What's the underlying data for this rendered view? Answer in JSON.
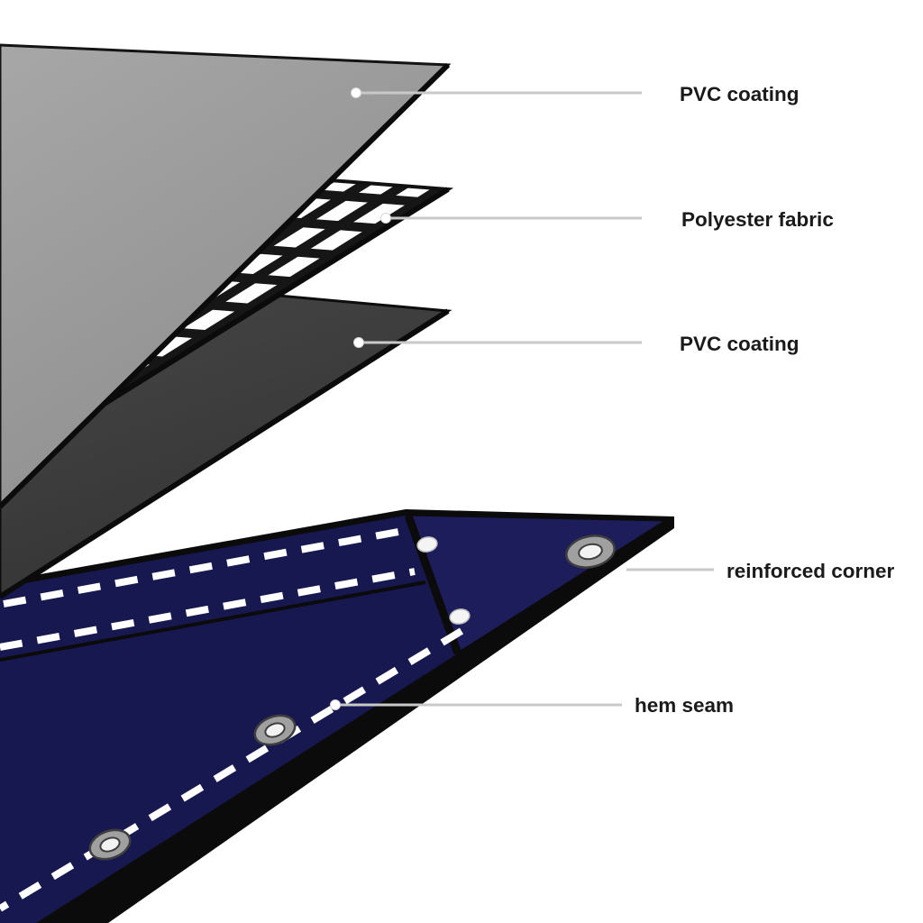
{
  "diagram": {
    "subject": "tarpaulin layer structure",
    "background": "#ffffff",
    "labels": [
      {
        "id": "pvc-top",
        "text": "PVC coating"
      },
      {
        "id": "polyester-fabric",
        "text": "Polyester fabric"
      },
      {
        "id": "pvc-bottom",
        "text": "PVC coating"
      },
      {
        "id": "reinforced-corner",
        "text": "reinforced corner"
      },
      {
        "id": "hem-seam",
        "text": "hem seam"
      }
    ],
    "colors": {
      "pvc_top_layer": "#9a9a9a",
      "mesh_background": "#fdfdfd",
      "mesh_line": "#161616",
      "pvc_bottom_layer": "#3f3f3f",
      "tarp_navy": "#181850",
      "corner_patch_navy": "#1d1d5c",
      "edge_black": "#0b0b0b",
      "leader_line": "#c9c9c9",
      "stitch_white": "#ffffff",
      "grommet_ring": "#a0a0a0",
      "grommet_hole": "#f2f2f2"
    }
  }
}
